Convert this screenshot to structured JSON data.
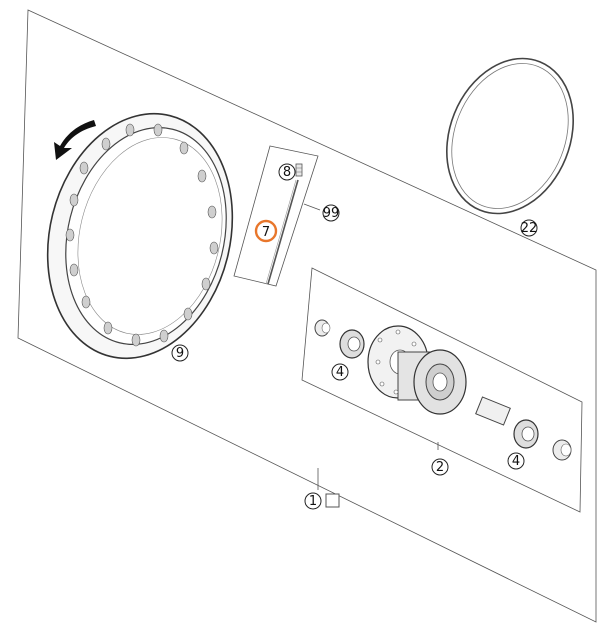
{
  "callouts": {
    "main_assembly": "1",
    "hub": "2",
    "bearing_left": "4",
    "bearing_right": "4",
    "spoke": "7",
    "spoke_nipple": "8",
    "rim": "9",
    "rim_tape": "22",
    "spoke_set": "99"
  },
  "colors": {
    "highlight": "#e8762b",
    "line": "#2a2a2a",
    "part_fill": "#f4f4f4"
  },
  "icons": {
    "direction_arrow": "arrow-rotation-direction"
  }
}
